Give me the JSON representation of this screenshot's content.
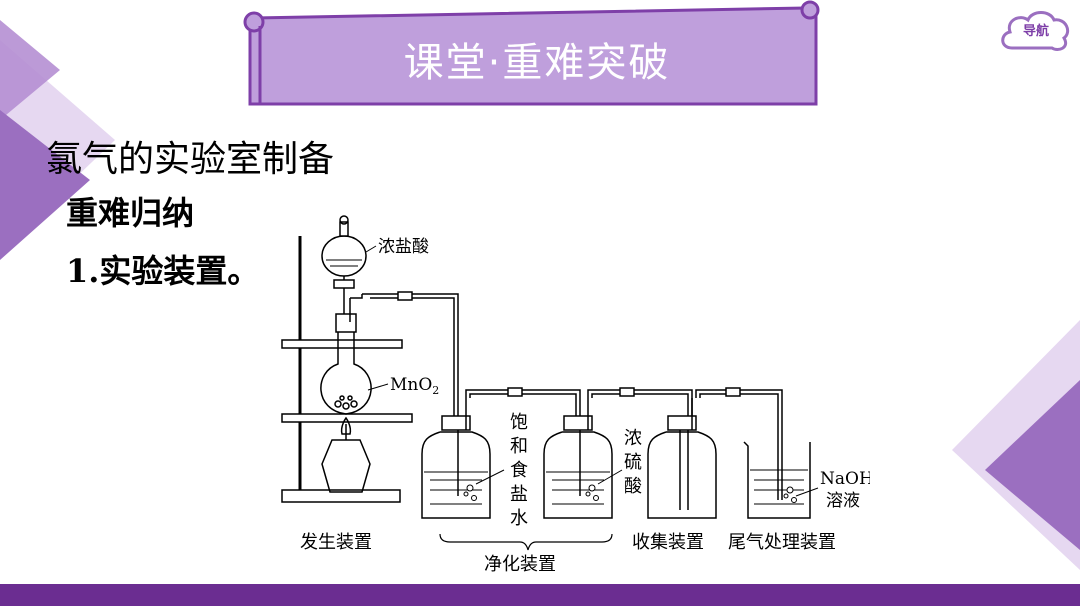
{
  "banner": {
    "title": "课堂·重难突破"
  },
  "nav": {
    "label": "导航"
  },
  "content": {
    "section_title": "氯气的实验室制备",
    "sub_heading": "重难归纳",
    "item_heading": "1.实验装置。"
  },
  "diagram": {
    "labels": {
      "conc_hcl": "浓盐酸",
      "mno2": "MnO",
      "mno2_sub": "2",
      "brine": [
        "饱",
        "和",
        "食",
        "盐",
        "水"
      ],
      "conc_h2so4": [
        "浓",
        "硫",
        "酸"
      ],
      "naoh_1": "NaOH",
      "naoh_2": "溶液"
    },
    "captions": {
      "generator": "发生装置",
      "purifier": "净化装置",
      "collector": "收集装置",
      "tail_gas": "尾气处理装置"
    }
  },
  "colors": {
    "accent": "#6b2d91",
    "banner_fill": "#bf9fdc",
    "banner_border": "#7e3fa8",
    "triangle_dark": "#9b6fc0",
    "triangle_light": "#e2d3ef"
  }
}
